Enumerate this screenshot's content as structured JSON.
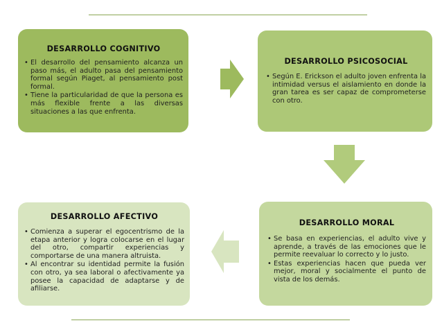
{
  "boxes": {
    "cognitivo": {
      "title": "DESARROLLO COGNITIVO",
      "items": [
        "El desarrollo del pensamiento alcanza un paso más, el adulto pasa del pensamiento formal según Piaget, al pensamiento post formal.",
        "Tiene la particularidad de que la persona es más flexible frente a las diversas situaciones a las que enfrenta."
      ]
    },
    "psicosocial": {
      "title": "DESARROLLO PSICOSOCIAL",
      "items": [
        "Según E. Erickson el adulto joven enfrenta la intimidad versus el aislamiento en donde la gran tarea es ser capaz de comprometerse con otro."
      ]
    },
    "moral": {
      "title": "DESARROLLO MORAL",
      "items": [
        "Se basa en experiencias, el adulto vive y aprende, a través de las emociones que le permite reevaluar lo correcto y lo justo.",
        "Estas experiencias hacen que pueda ver mejor, moral y socialmente el punto de vista de los demás."
      ]
    },
    "afectivo": {
      "title": "DESARROLLO AFECTIVO",
      "items": [
        "Comienza a superar el egocentrismo de la etapa anterior y logra colocarse en el lugar del otro, compartir experiencias y comportarse de una manera altruista.",
        "Al encontrar su identidad permite la fusión con otro, ya sea laboral o afectivamente ya posee la capacidad de adaptarse y de afiliarse."
      ]
    }
  },
  "colors": {
    "box_cognitivo": "#9dba5e",
    "box_psicosocial": "#adc877",
    "box_moral": "#c4d89e",
    "box_afectivo": "#d8e5c0",
    "arrow_right": "#9dba5e",
    "arrow_down": "#b1cb7c",
    "arrow_left": "#d8e5c0",
    "rule": "#8aa653"
  }
}
